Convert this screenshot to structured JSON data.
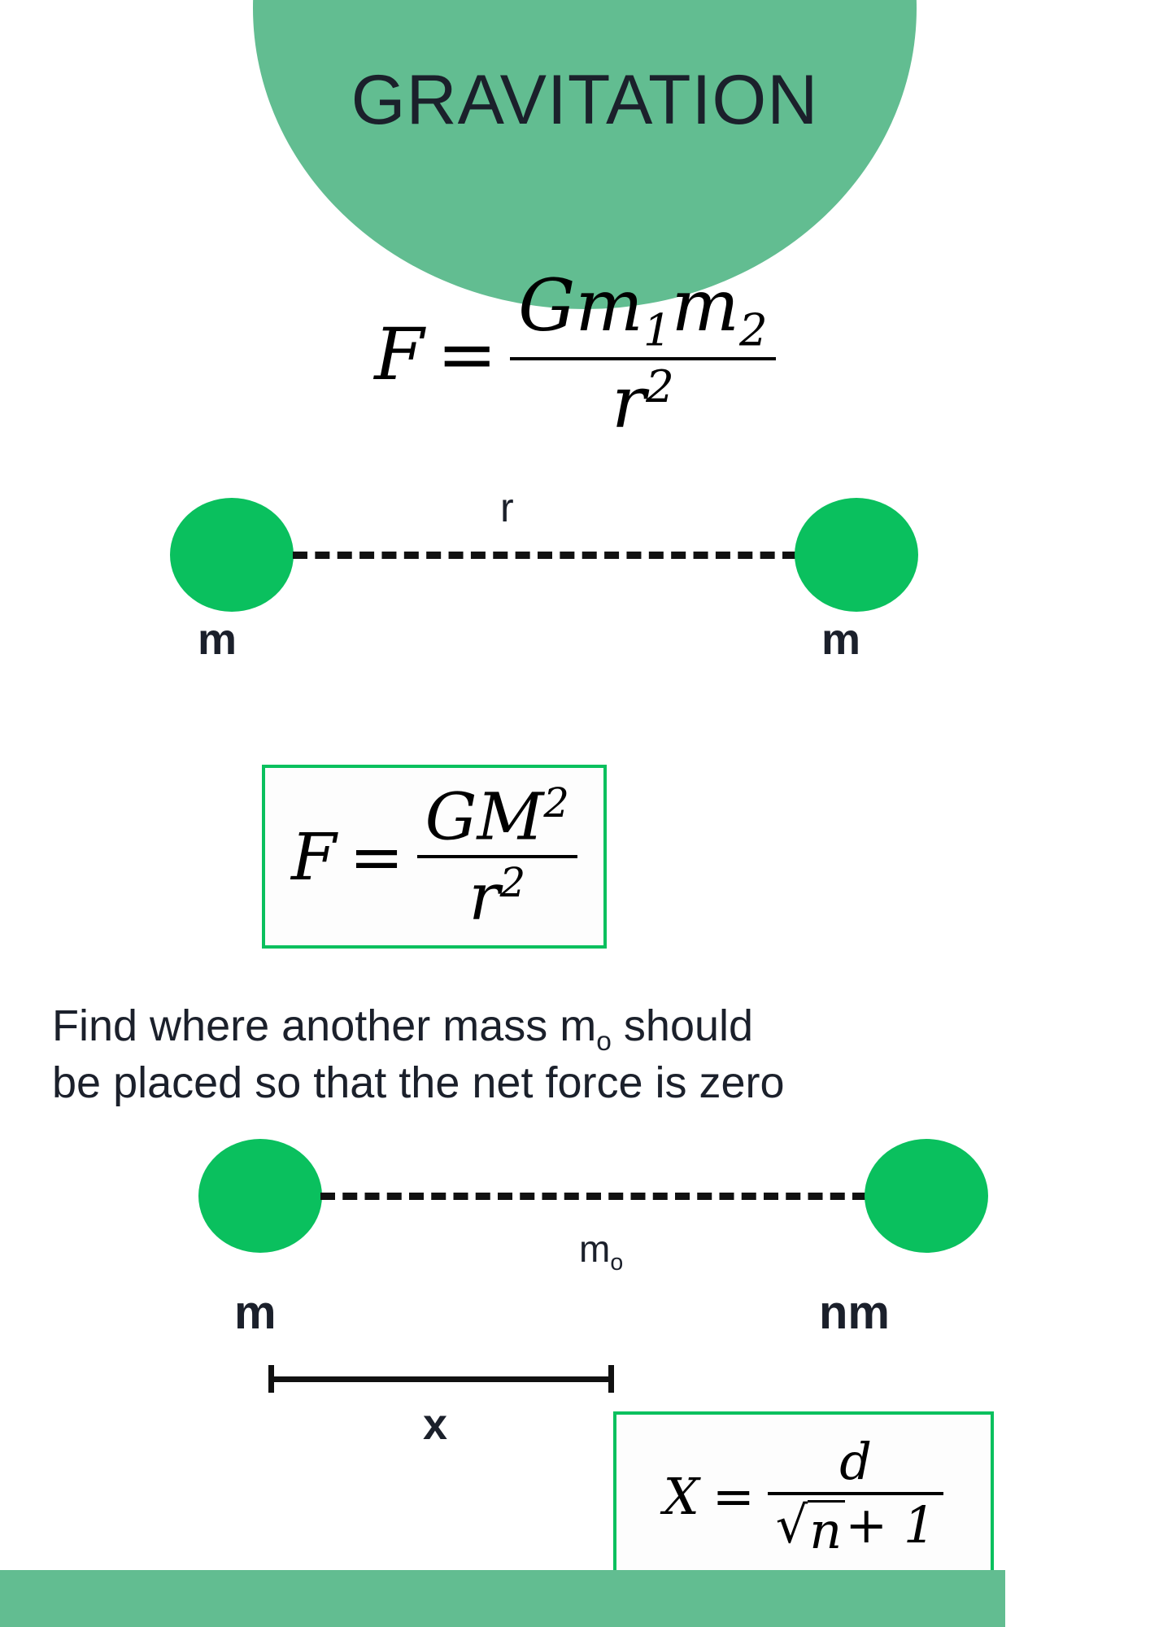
{
  "header": {
    "title": "GRAVITATION",
    "shape_color": "#62bd91",
    "title_color": "#1b202b"
  },
  "main_formula": {
    "lhs": "F",
    "equals": "=",
    "numerator": "Gm",
    "num_sub_1": "1",
    "num_m2": "m",
    "num_sub_2": "2",
    "denominator": "r",
    "den_exp": "2"
  },
  "diagram_one": {
    "left_mass_label": "m",
    "right_mass_label": "m",
    "distance_label": "r",
    "circle_color": "#0ac05e",
    "line_color": "#111111"
  },
  "formula_box_one": {
    "lhs": "F",
    "equals": "=",
    "numerator": "GM",
    "num_exp": "2",
    "denominator": "r",
    "den_exp": "2",
    "border_color": "#0ac05e"
  },
  "problem": {
    "line_1_a": "Find where another mass m",
    "line_1_sub": "o",
    "line_1_b": " should",
    "line_2": "be placed so that the net force is zero"
  },
  "diagram_two": {
    "left_mass_label": "m",
    "right_mass_label": "nm",
    "test_mass_label": "m",
    "test_mass_sub": "o",
    "distance_label": "x",
    "circle_color": "#0ac05e"
  },
  "formula_box_two": {
    "lhs": "X",
    "equals": "=",
    "numerator": "d",
    "sqrt_symbol": "√",
    "radicand": "n",
    "plus_one": "+ 1",
    "border_color": "#0ac05e"
  },
  "footer": {
    "color": "#62bd91"
  }
}
